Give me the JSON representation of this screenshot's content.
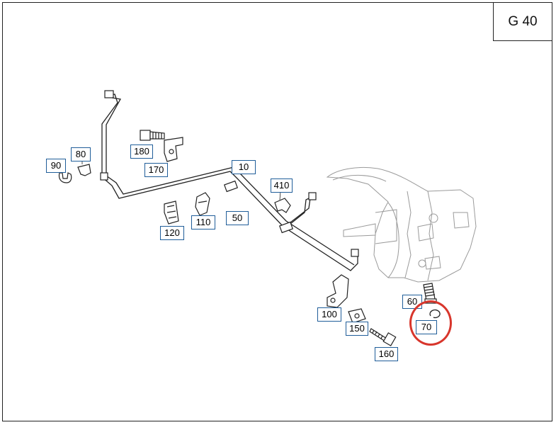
{
  "page_label": "G 40",
  "callouts": {
    "c10": "10",
    "c50": "50",
    "c60": "60",
    "c70": "70",
    "c80": "80",
    "c90": "90",
    "c100": "100",
    "c110": "110",
    "c120": "120",
    "c150": "150",
    "c160": "160",
    "c170": "170",
    "c180": "180",
    "c410": "410"
  },
  "highlighted_part": "70",
  "colors": {
    "callout_border": "#1f5d99",
    "highlight": "#d8362c",
    "line_art": "#222222",
    "ghost_art": "#9a9a9a"
  }
}
